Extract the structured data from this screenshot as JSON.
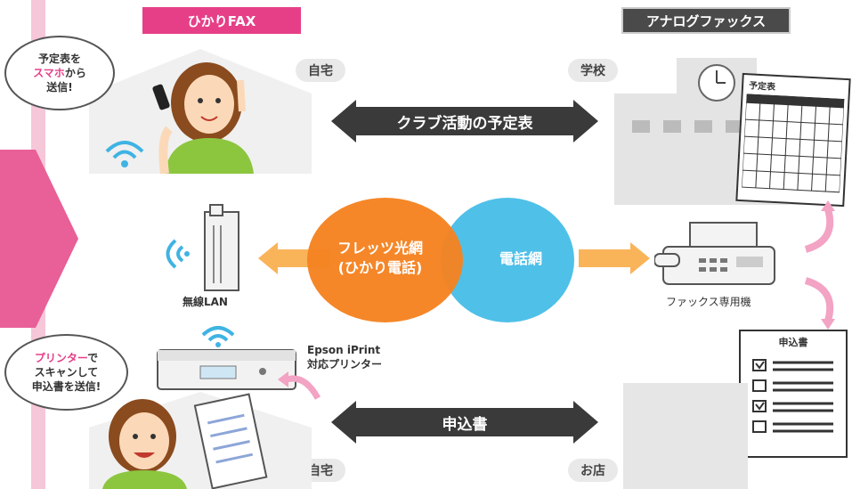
{
  "labels": {
    "hikari_fax": "ひかりFAX",
    "analog_fax": "アナログファックス"
  },
  "places": {
    "home_top": "自宅",
    "school": "学校",
    "home_bottom": "自宅",
    "shop": "お店"
  },
  "bubbles": {
    "top_line1": "予定表を",
    "top_line2_pink": "スマホ",
    "top_line2_rest": "から",
    "top_line3": "送信!",
    "bottom_line1_pink": "プリンター",
    "bottom_line1_rest": "で",
    "bottom_line2": "スキャンして",
    "bottom_line3": "申込書を送信!"
  },
  "arrows": {
    "top": "クラブ活動の予定表",
    "bottom": "申込書"
  },
  "network": {
    "flets_line1": "フレッツ光網",
    "flets_line2": "(ひかり電話)",
    "phone": "電話網"
  },
  "devices": {
    "wireless_lan": "無線LAN",
    "printer_line1": "Epson iPrint",
    "printer_line2": "対応プリンター",
    "fax_machine": "ファックス専用機"
  },
  "documents": {
    "schedule_title": "予定表",
    "application_title": "申込書"
  },
  "colors": {
    "accent_pink": "#e63f88",
    "orange": "#f58220",
    "blue": "#4fc0e8",
    "arrow_orange": "#f9b45a",
    "dark_arrow": "#3a3a3a"
  }
}
